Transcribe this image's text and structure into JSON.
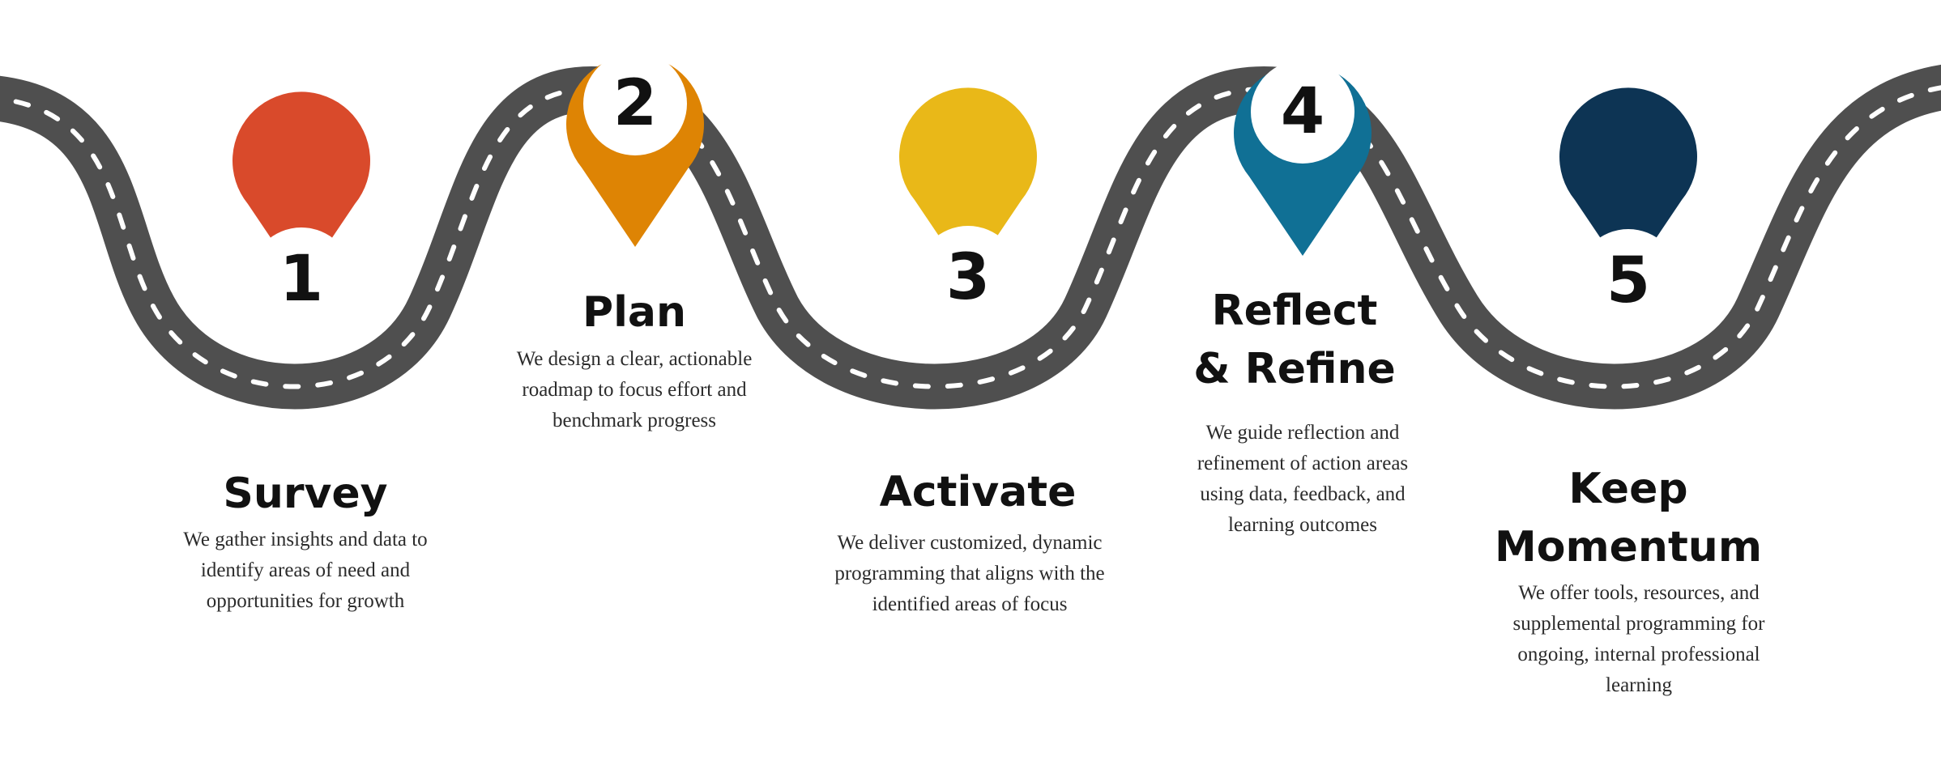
{
  "colors": {
    "road": "#4f4f4f",
    "road_dash": "#ffffff",
    "background": "#ffffff"
  },
  "steps": [
    {
      "number": "1",
      "title": "Survey",
      "description": "We gather insights and data to identify areas of need and opportunities for growth",
      "pin_color": "#d94a2b"
    },
    {
      "number": "2",
      "title": "Plan",
      "description": "We design a clear, actionable roadmap to focus effort and benchmark progress",
      "pin_color": "#de8404"
    },
    {
      "number": "3",
      "title": "Activate",
      "description": "We deliver customized, dynamic programming that aligns with the identified areas of focus",
      "pin_color": "#e9b818"
    },
    {
      "number": "4",
      "title": "Reflect\n& Refine",
      "description": "We guide reflection and refinement of action areas using data, feedback, and learning outcomes",
      "pin_color": "#107095"
    },
    {
      "number": "5",
      "title": "Keep\nMomentum",
      "description": "We offer tools, resources, and supplemental programming for ongoing, internal professional learning",
      "pin_color": "#0d3454"
    }
  ]
}
